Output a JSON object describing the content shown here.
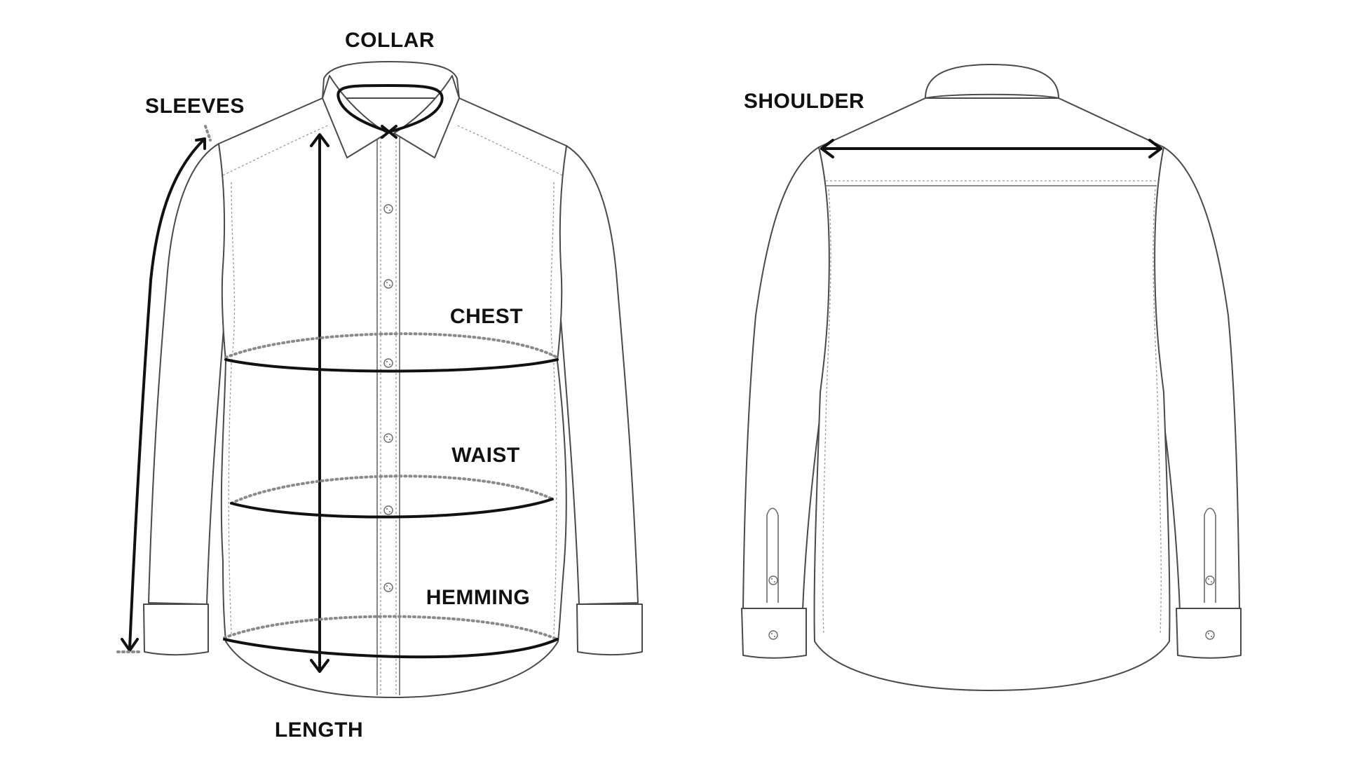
{
  "labels": {
    "collar": "COLLAR",
    "sleeves": "SLEEVES",
    "chest": "CHEST",
    "waist": "WAIST",
    "hemming": "HEMMING",
    "length": "LENGTH",
    "shoulder": "SHOULDER"
  },
  "colors": {
    "outline": "#4a4a4a",
    "measure": "#111111",
    "dotted": "#8a8a8a",
    "background": "#ffffff"
  }
}
